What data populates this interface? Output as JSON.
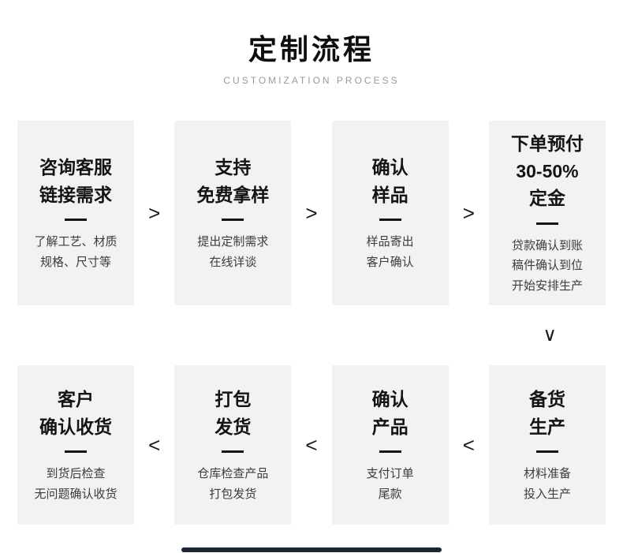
{
  "header": {
    "title": "定制流程",
    "subtitle": "CUSTOMIZATION PROCESS"
  },
  "arrows": {
    "right": ">",
    "left": "<",
    "down": "∨"
  },
  "flow": {
    "top_row": [
      {
        "title": "咨询客服\n链接需求",
        "desc": "了解工艺、材质\n规格、尺寸等"
      },
      {
        "title": "支持\n免费拿样",
        "desc": "提出定制需求\n在线详谈"
      },
      {
        "title": "确认\n样品",
        "desc": "样品寄出\n客户确认"
      },
      {
        "title": "下单预付\n30-50%\n定金",
        "desc": "贷款确认到账\n稿件确认到位\n开始安排生产"
      }
    ],
    "bottom_row": [
      {
        "title": "客户\n确认收货",
        "desc": "到货后检查\n无问题确认收货"
      },
      {
        "title": "打包\n发货",
        "desc": "仓库检查产品\n打包发货"
      },
      {
        "title": "确认\n产品",
        "desc": "支付订单\n尾款"
      },
      {
        "title": "备货\n生产",
        "desc": "材料准备\n投入生产"
      }
    ]
  }
}
